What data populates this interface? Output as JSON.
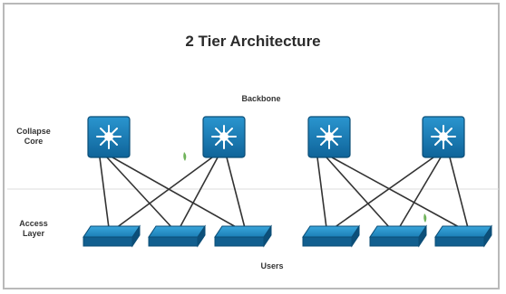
{
  "diagram": {
    "title": "2 Tier Architecture",
    "labels": {
      "backbone": "Backbone",
      "collapse_core": [
        "Collapse",
        "Core"
      ],
      "access_layer": [
        "Access",
        "Layer"
      ],
      "users": "Users"
    },
    "colors": {
      "device_blue": "#1a7fb8",
      "device_dark": "#0e5a86",
      "link": "#333333"
    },
    "core_switch_count": 4,
    "access_switch_count": 6
  }
}
